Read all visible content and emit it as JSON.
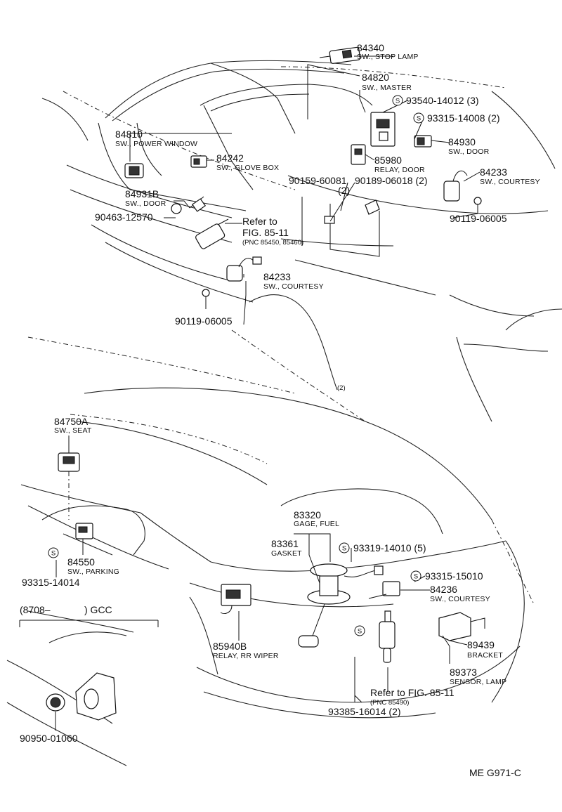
{
  "parts": [
    {
      "id": "p84340",
      "number": "84340",
      "desc": "SW., STOP LAMP"
    },
    {
      "id": "p84820",
      "number": "84820",
      "desc": "SW., MASTER"
    },
    {
      "id": "p93540",
      "number": "93540-14012 (3)",
      "desc": ""
    },
    {
      "id": "p93315a",
      "number": "93315-14008 (2)",
      "desc": ""
    },
    {
      "id": "p84810",
      "number": "84810",
      "desc": "SW., POWER WINDOW"
    },
    {
      "id": "p84930",
      "number": "84930",
      "desc": "SW., DOOR"
    },
    {
      "id": "p84242",
      "number": "84242",
      "desc": "SW., GLOVE BOX"
    },
    {
      "id": "p85980",
      "number": "85980",
      "desc": "RELAY, DOOR"
    },
    {
      "id": "p84233a",
      "number": "84233",
      "desc": "SW., COURTESY"
    },
    {
      "id": "p84931b",
      "number": "84931B",
      "desc": "SW., DOOR"
    },
    {
      "id": "p90159",
      "number": "90159-60081",
      "desc": "(2)"
    },
    {
      "id": "p90189",
      "number": "90189-06018 (2)",
      "desc": ""
    },
    {
      "id": "p90463",
      "number": "90463-12570",
      "desc": ""
    },
    {
      "id": "p90119a",
      "number": "90119-06005",
      "desc": ""
    },
    {
      "id": "p84233b",
      "number": "84233",
      "desc": "SW., COURTESY"
    },
    {
      "id": "p90119b",
      "number": "90119-06005",
      "desc": ""
    },
    {
      "id": "p84750a",
      "number": "84750A",
      "desc": "SW., SEAT"
    },
    {
      "id": "p83320",
      "number": "83320",
      "desc": "GAGE, FUEL"
    },
    {
      "id": "p83361",
      "number": "83361",
      "desc": "GASKET"
    },
    {
      "id": "p93319",
      "number": "93319-14010 (5)",
      "desc": ""
    },
    {
      "id": "p84550",
      "number": "84550",
      "desc": "SW., PARKING"
    },
    {
      "id": "p93315b",
      "number": "93315-14014",
      "desc": ""
    },
    {
      "id": "p93315c",
      "number": "93315-15010",
      "desc": ""
    },
    {
      "id": "p84236",
      "number": "84236",
      "desc": "SW., COURTESY"
    },
    {
      "id": "p85940b",
      "number": "85940B",
      "desc": "RELAY, RR WIPER"
    },
    {
      "id": "p89439",
      "number": "89439",
      "desc": "BRACKET"
    },
    {
      "id": "p89373",
      "number": "89373",
      "desc": "SENSOR, LAMP"
    },
    {
      "id": "p93385",
      "number": "93385-16014 (2)",
      "desc": ""
    },
    {
      "id": "p90950",
      "number": "90950-01060",
      "desc": ""
    }
  ],
  "references": {
    "fig_top_line1": "Refer to",
    "fig_top_line2": "FIG. 85-11",
    "fig_top_pnc": "(PNC 85450, 85460)",
    "fig_bottom": "Refer to FIG. 85-11",
    "fig_bottom_pnc": "(PNC 85490)"
  },
  "inset": {
    "label_left": "(8708–",
    "label_right": ") GCC"
  },
  "s_marker": "S",
  "float_2": "(2)",
  "footer": {
    "code": "ME  G971-C"
  }
}
